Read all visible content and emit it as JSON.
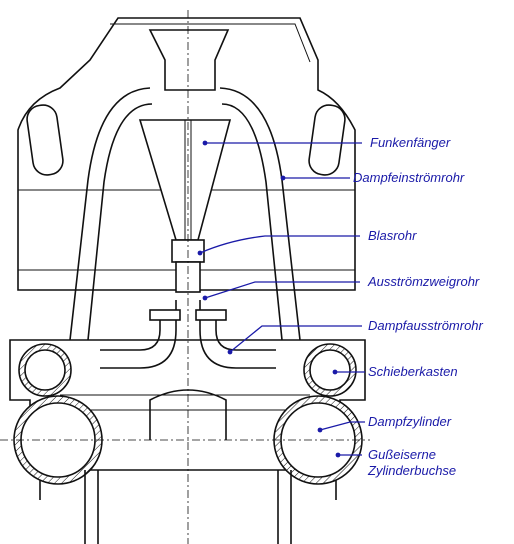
{
  "labels": {
    "funkenfaenger": "Funkenfänger",
    "dampfeinstroemrohr": "Dampfeinströmrohr",
    "blasrohr": "Blasrohr",
    "ausstroemzweigrohr": "Ausströmzweigrohr",
    "dampfausstroemrohr": "Dampfausströmrohr",
    "schieberkasten": "Schieberkasten",
    "dampfzylinder": "Dampfzylinder",
    "zylinderbuchse_line1": "Gußeiserne",
    "zylinderbuchse_line2": "Zylinderbuchse"
  },
  "colors": {
    "label": "#1a1aa8",
    "drawing": "#111111",
    "background": "#ffffff"
  }
}
